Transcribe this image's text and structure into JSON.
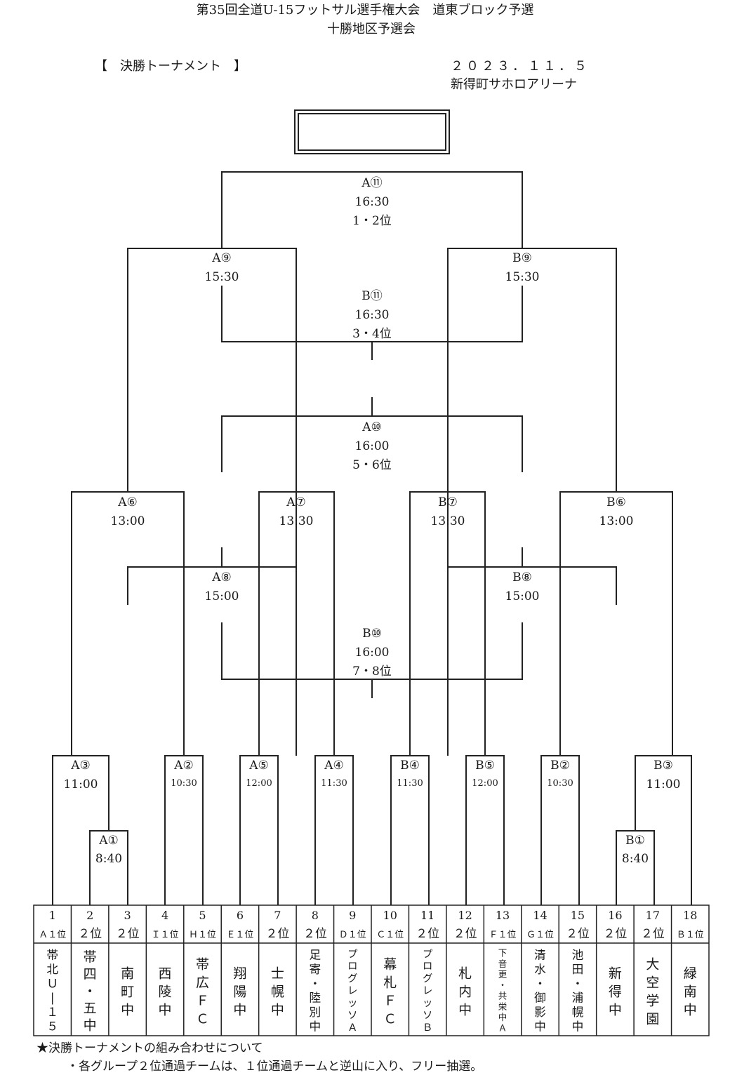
{
  "header": {
    "title_line1": "第35回全道U-15フットサル選手権大会　道東ブロック予選",
    "title_line2": "十勝地区予選会",
    "section_label": "【　決勝トーナメント　】",
    "date": "２０２３．１１．５",
    "venue": "新得町サホロアリーナ"
  },
  "matches": {
    "A11": {
      "id": "A⑪",
      "time": "16:30",
      "note": "1・2位"
    },
    "A9": {
      "id": "A⑨",
      "time": "15:30"
    },
    "B9": {
      "id": "B⑨",
      "time": "15:30"
    },
    "B11": {
      "id": "B⑪",
      "time": "16:30",
      "note": "3・4位"
    },
    "A10": {
      "id": "A⑩",
      "time": "16:00",
      "note": "5・6位"
    },
    "A6": {
      "id": "A⑥",
      "time": "13:00"
    },
    "A7": {
      "id": "A⑦",
      "time": "13:30"
    },
    "B7": {
      "id": "B⑦",
      "time": "13:30"
    },
    "B6": {
      "id": "B⑥",
      "time": "13:00"
    },
    "A8": {
      "id": "A⑧",
      "time": "15:00"
    },
    "B8": {
      "id": "B⑧",
      "time": "15:00"
    },
    "B10": {
      "id": "B⑩",
      "time": "16:00",
      "note": "7・8位"
    },
    "A3": {
      "id": "A③",
      "time": "11:00"
    },
    "A2": {
      "id": "A②",
      "time": "10:30"
    },
    "A5": {
      "id": "A⑤",
      "time": "12:00"
    },
    "A4": {
      "id": "A④",
      "time": "11:30"
    },
    "B4": {
      "id": "B④",
      "time": "11:30"
    },
    "B5": {
      "id": "B⑤",
      "time": "12:00"
    },
    "B2": {
      "id": "B②",
      "time": "10:30"
    },
    "B3": {
      "id": "B③",
      "time": "11:00"
    },
    "A1": {
      "id": "A①",
      "time": "8:40"
    },
    "B1": {
      "id": "B①",
      "time": "8:40"
    }
  },
  "slots": [
    {
      "no": "1",
      "seed": "Ａ１位",
      "team": "帯北Ｕ|１５"
    },
    {
      "no": "2",
      "seed": "２位",
      "team": "帯四・五中"
    },
    {
      "no": "3",
      "seed": "２位",
      "team": "南町中"
    },
    {
      "no": "4",
      "seed": "Ｉ１位",
      "team": "西陵中"
    },
    {
      "no": "5",
      "seed": "Ｈ１位",
      "team": "帯広ＦＣ"
    },
    {
      "no": "6",
      "seed": "Ｅ１位",
      "team": "翔陽中"
    },
    {
      "no": "7",
      "seed": "２位",
      "team": "士幌中"
    },
    {
      "no": "8",
      "seed": "２位",
      "team": "足寄・陸別中"
    },
    {
      "no": "9",
      "seed": "Ｄ１位",
      "team": "プログレッソＡ"
    },
    {
      "no": "10",
      "seed": "Ｃ１位",
      "team": "幕札ＦＣ"
    },
    {
      "no": "11",
      "seed": "２位",
      "team": "プログレッソＢ"
    },
    {
      "no": "12",
      "seed": "２位",
      "team": "札内中"
    },
    {
      "no": "13",
      "seed": "Ｆ１位",
      "team": "下音更・共栄中Ａ"
    },
    {
      "no": "14",
      "seed": "Ｇ１位",
      "team": "清水・御影中"
    },
    {
      "no": "15",
      "seed": "２位",
      "team": "池田・浦幌中"
    },
    {
      "no": "16",
      "seed": "２位",
      "team": "新得中"
    },
    {
      "no": "17",
      "seed": "２位",
      "team": "大空学園"
    },
    {
      "no": "18",
      "seed": "Ｂ１位",
      "team": "緑南中"
    }
  ],
  "footer": {
    "note_heading": "★決勝トーナメントの組み合わせについて",
    "note_body": "・各グループ２位通過チームは、１位通過チームと逆山に入り、フリー抽選。"
  }
}
